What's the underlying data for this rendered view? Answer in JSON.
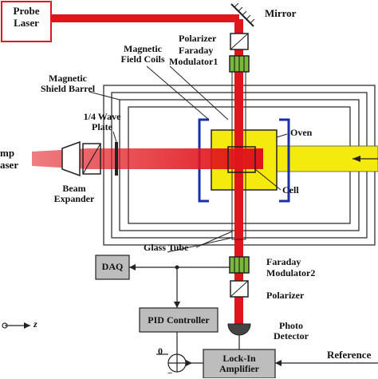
{
  "labels": {
    "probe_laser_1": "Probe",
    "probe_laser_2": "Laser",
    "mirror": "Mirror",
    "polarizer_top": "Polarizer",
    "faraday1_line1": "Faraday",
    "faraday1_line2": "Modulator1",
    "coils_line1": "Magnetic",
    "coils_line2": "Field Coils",
    "shield_line1": "Magnetic",
    "shield_line2": "Shield Barrel",
    "waveplate_line1": "1/4 Wave",
    "waveplate_line2": "Plate",
    "pump_line1": "mp",
    "pump_line2": "aser",
    "expander_line1": "Beam",
    "expander_line2": "Expander",
    "oven": "Oven",
    "cell": "Cell",
    "glass_tube": "Glass Tube",
    "daq": "DAQ",
    "faraday2_line1": "Faraday",
    "faraday2_line2": "Modulator2",
    "polarizer_bottom": "Polarizer",
    "pid": "PID Controller",
    "photo_line1": "Photo",
    "photo_line2": "Detector",
    "zero": "0",
    "minus": "−",
    "lockin_line1": "Lock-In",
    "lockin_line2": "Amplifier",
    "reference": "Reference",
    "axis_z": "z"
  },
  "colors": {
    "laser_red": "#e0141b",
    "pump_yellow": "#f4ea0c",
    "box_gray": "#bdbdbd",
    "coil_blue": "#1b2fa8",
    "modulator_green": "#79b83a",
    "probe_box_border": "#e0141b"
  }
}
